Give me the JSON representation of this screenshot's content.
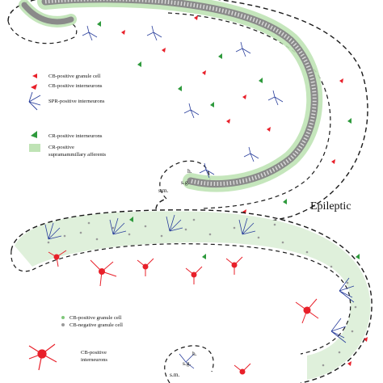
{
  "colors": {
    "outline": "#1a1a1a",
    "layer_green": "#bfe3b5",
    "layer_green_dark": "#7fc77a",
    "granule_fill": "#8a8a8a",
    "granule_light": "#cfcfcf",
    "cb_red": "#e8202a",
    "spr_blue": "#2a3f9c",
    "cr_green": "#2e9a3c",
    "bg": "#ffffff"
  },
  "panel_top": {
    "legend": [
      {
        "label": "CB-positive granule cell",
        "icon": "cb-granule-icon"
      },
      {
        "label": "CB-positive interneurons",
        "icon": "cb-interneuron-icon"
      },
      {
        "label": "SPR-positive interneurons",
        "icon": "spr-interneuron-icon"
      },
      {
        "label": "CR-positive interneurons",
        "icon": "cr-interneuron-icon"
      },
      {
        "label": "CR-positive",
        "icon": "cr-afferent-swatch"
      },
      {
        "label": "supramammillary afferents",
        "icon": ""
      }
    ],
    "regions": {
      "hilus": "h.",
      "granular": "s.g.",
      "molecular": "s.m."
    }
  },
  "panel_bottom": {
    "title": "Epileptic",
    "legend": [
      {
        "label": "CB-positive granule cell",
        "icon": "cb-granule-dot-icon"
      },
      {
        "label": "CB-negative granule cell",
        "icon": "cb-negative-granule-dot-icon"
      },
      {
        "label": "CB-positive",
        "icon": "cb-interneuron-large-icon"
      },
      {
        "label": "interneurons",
        "icon": ""
      }
    ],
    "regions": {
      "hilus": "h.",
      "granular": "s.g.",
      "molecular": "s.m."
    }
  }
}
